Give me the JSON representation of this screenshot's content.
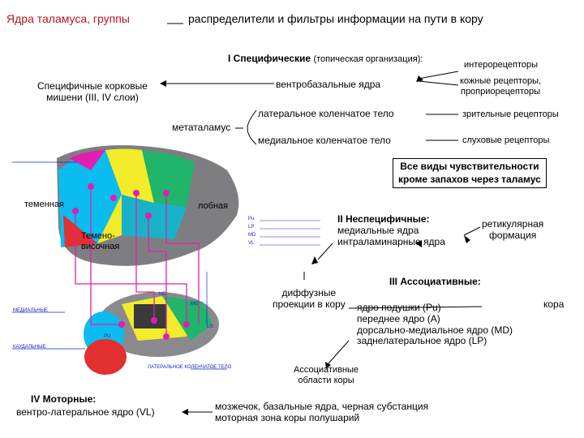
{
  "title": {
    "main": "Ядра таламуса, группы",
    "sub": "распределители и фильтры информации на пути в кору"
  },
  "specific": {
    "heading": "I Специфические",
    "heading_note": "(топическая организация):",
    "targets": [
      "Специфичные корковые",
      "мишени (III, IV слои)"
    ],
    "ventrobasal": "вентробазальные ядра",
    "metathalamus": "метаталамус",
    "lateral_geniculate": "латеральное коленчатое тело",
    "medial_geniculate": "медиальное коленчатое тело",
    "receptors": {
      "intero": "интерорецепторы",
      "skin": "кожные рецепторы,",
      "proprio": "проприорецепторы",
      "visual": "зрительные рецепторы",
      "auditory": "слуховые рецепторы"
    }
  },
  "all_senses": [
    "Все виды чувствительности",
    "кроме запахов через таламус"
  ],
  "nonspecific": {
    "heading": "II Неспецифичные:",
    "items": [
      "медиальные ядра",
      "интраламинарные ядра"
    ],
    "reticular": [
      "ретикулярная",
      "формация"
    ],
    "diffuse": [
      "диффузные",
      "проекции в кору"
    ]
  },
  "associative": {
    "heading": "III Ассоциативные:",
    "cortex": "кора",
    "items": [
      "ядро подушки (Pu)",
      "переднее ядро (A)",
      "дорсально-медиальное ядро (MD)",
      "заднелатеральное ядро (LP)"
    ],
    "areas": [
      "Ассоциативные",
      "области коры"
    ]
  },
  "motor": {
    "heading": "IV Моторные:",
    "nucleus": "вентро-латеральное ядро (VL)",
    "sources": [
      "мозжечок, базальные ядра, черная субстанция",
      "моторная зона коры полушарий"
    ]
  },
  "figure": {
    "lobe_parietal": "теменная",
    "lobe_frontal": "лобная",
    "lobe_temporal": [
      "Темено-",
      "височная"
    ],
    "legend_letters": [
      "Pu",
      "LP",
      "MD",
      "VL"
    ],
    "nucleus_labels": [
      "MD",
      "MG",
      "LG",
      "PU"
    ],
    "left_labels": [
      "МЕДИАЛЬНЫЕ",
      "КАУДАЛЬНЫЕ"
    ],
    "bottom_labels": [
      "ЛАТЕРАЛЬНОЕ КОЛЕНЧАТОЕ ТЕЛО"
    ]
  },
  "colors": {
    "title": "#c0121c",
    "cortex_blue": "#0bbcf0",
    "cortex_yellow": "#f2ec2a",
    "cortex_green": "#1fb56a",
    "magenta": "#e01fb0",
    "red": "#e23030",
    "brain_gray": "#7e7e82"
  }
}
